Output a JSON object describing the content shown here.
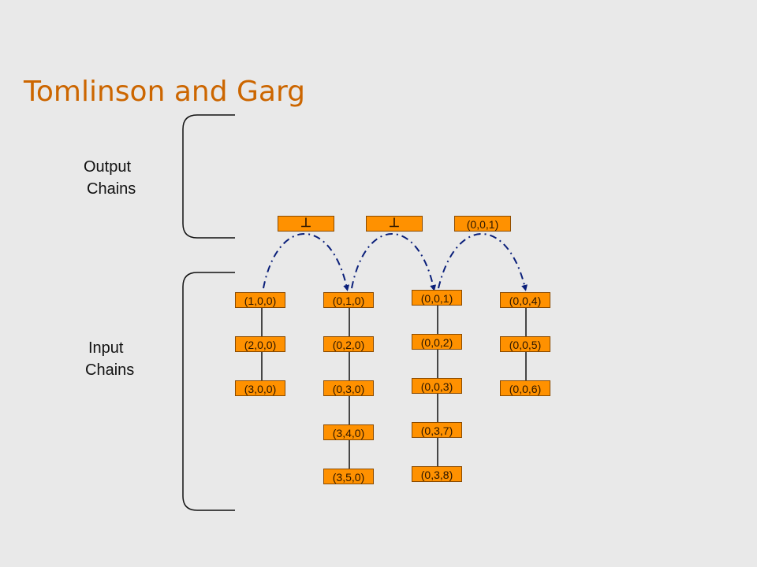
{
  "title": "Tomlinson and Garg",
  "output_label": [
    "Output",
    "Chains"
  ],
  "input_label": [
    "Input",
    "Chains"
  ],
  "output_nodes": [
    "⊥",
    "⊥",
    "(0,0,1)"
  ],
  "input_chains": [
    [
      "(1,0,0)",
      "(2,0,0)",
      "(3,0,0)"
    ],
    [
      "(0,1,0)",
      "(0,2,0)",
      "(0,3,0)",
      "(3,4,0)",
      "(3,5,0)"
    ],
    [
      "(0,0,1)",
      "(0,0,2)",
      "(0,0,3)",
      "(0,3,7)",
      "(0,3,8)"
    ],
    [
      "(0,0,4)",
      "(0,0,5)",
      "(0,0,6)"
    ]
  ],
  "colors": {
    "title": "#cc6600",
    "node_fill": "#ff9100",
    "arrow": "#0a1f7a",
    "background": "#e9e9e9"
  }
}
